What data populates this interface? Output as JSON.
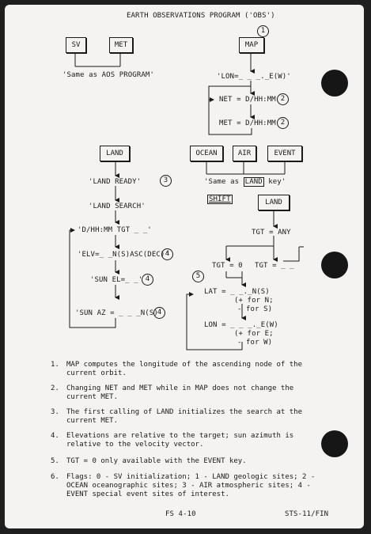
{
  "header": {
    "title": "EARTH OBSERVATIONS PROGRAM ('OBS')"
  },
  "top_left": {
    "sv": "SV",
    "met": "MET",
    "same_as": "'Same as AOS PROGRAM'"
  },
  "map_section": {
    "map": "MAP",
    "marker1": "1",
    "lon": "'LON=_ _ _._E(W)'",
    "net": "NET = D/HH:MM",
    "marker2a": "2",
    "met": "MET = D/HH:MM",
    "marker2b": "2"
  },
  "land_section": {
    "land": "LAND",
    "land_ready": "'LAND READY'",
    "marker3": "3",
    "land_search": "'LAND SEARCH'",
    "tgt": "'D/HH:MM TGT _ _'",
    "elv": "'ELV=_ _N(S)ASC(DEC)'",
    "marker4a": "4",
    "sun_el": "'SUN EL=_ _'",
    "marker4b": "4",
    "sun_az": "'SUN AZ = _ _ _N(S)'",
    "marker4c": "4"
  },
  "right_section": {
    "ocean": "OCEAN",
    "air": "AIR",
    "event": "EVENT",
    "same_as_a": "'Same as ",
    "same_as_land": "LAND",
    "same_as_b": " key'",
    "shift": "SHIFT",
    "land": "LAND",
    "tgt_any": "TGT = ANY",
    "tgt_zero": "TGT = 0",
    "tgt_blank": "TGT = _ _",
    "marker5": "5",
    "lat": "LAT = _ _._N(S)",
    "lat_plus": "(+ for N;",
    "lat_minus": "- for S)",
    "lon": "LON = _ _ _._E(W)",
    "lon_plus": "(+ for E;",
    "lon_minus": "- for W)"
  },
  "notes": [
    {
      "n": "1.",
      "text": "MAP computes the longitude of the ascending node of the current orbit."
    },
    {
      "n": "2.",
      "text": "Changing NET and MET while in MAP does not change the current MET."
    },
    {
      "n": "3.",
      "text": "The first calling of LAND initializes the search at the current MET."
    },
    {
      "n": "4.",
      "text": "Elevations are relative to the target; sun azimuth is relative to the velocity vector."
    },
    {
      "n": "5.",
      "text": "TGT = 0 only available with the EVENT key."
    },
    {
      "n": "6.",
      "text": "Flags: 0 - SV initialization; 1 - LAND geologic sites; 2 - OCEAN oceanographic sites; 3 - AIR atmospheric sites; 4 - EVENT special event sites of interest."
    }
  ],
  "footer": {
    "page": "FS 4-10",
    "doc": "STS-11/FIN"
  }
}
